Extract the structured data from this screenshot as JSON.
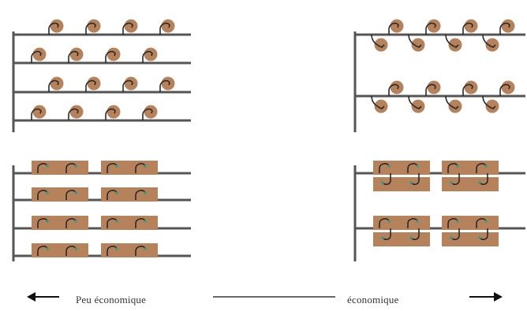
{
  "colors": {
    "frame": "#555555",
    "item_fill": "#b5825c",
    "hook": "#2a2a2a",
    "hook_tip": "#3a9a88",
    "arrow": "#111111"
  },
  "panels": [
    {
      "id": "round-low",
      "item": "round-sack",
      "rows": 4,
      "items_per_row": 4,
      "hanging_rows": 0
    },
    {
      "id": "round-high",
      "item": "round-sack",
      "rows": 2,
      "items_per_row": 4,
      "hanging_rows": 2
    },
    {
      "id": "flat-low",
      "item": "flat-sack",
      "rows": 4,
      "items_per_row": 2,
      "hanging_rows": 0
    },
    {
      "id": "flat-high",
      "item": "flat-sack",
      "rows": 2,
      "items_per_row": 2,
      "hanging_rows": 2
    }
  ],
  "scale": {
    "left_label": "Peu économique",
    "right_label": "économique",
    "left_arrow_icon": "arrow-left-icon",
    "right_arrow_icon": "arrow-right-icon"
  }
}
